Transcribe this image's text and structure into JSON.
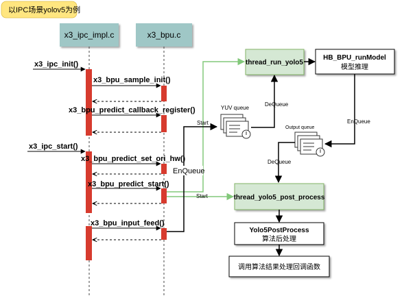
{
  "title_badge": "以IPC场景yolov5为例",
  "lifelines": {
    "impl": "x3_ipc_impl.c",
    "bpu": "x3_bpu.c"
  },
  "calls": {
    "ipc_init": "x3_ipc_init()",
    "sample_init": "x3_bpu_sample_init()",
    "callback_register": "x3_bpu_predict_callback_register()",
    "ipc_start": "x3_ipc_start()",
    "set_ori_hw": "x3_bpu_predict_set_ori_hw()",
    "predict_start": "x3_bpu_predict_start()",
    "input_feed": "x3_bpu_input_feed()"
  },
  "flow": {
    "thread_run": "thread_run_yolo5",
    "run_model": "HB_BPU_runModel",
    "run_model_sub": "模型推理",
    "yuv_queue": "YUV queue",
    "output_queue": "Output queue",
    "dequeue": "DeQueue",
    "enqueue": "EnQueue",
    "start": "Start",
    "post_thread": "thread_yolo5_post_process",
    "post_process": "Yolo5PostProcess",
    "post_process_sub": "算法后处理",
    "callback": "调用算法结果处理回调函数"
  },
  "colors": {
    "badge": "#ffe680",
    "lifeline_box": "#9fc7c6",
    "activation": "#d73b2e",
    "thread_box": "#d5e8d4",
    "green_line": "#82c87a"
  }
}
